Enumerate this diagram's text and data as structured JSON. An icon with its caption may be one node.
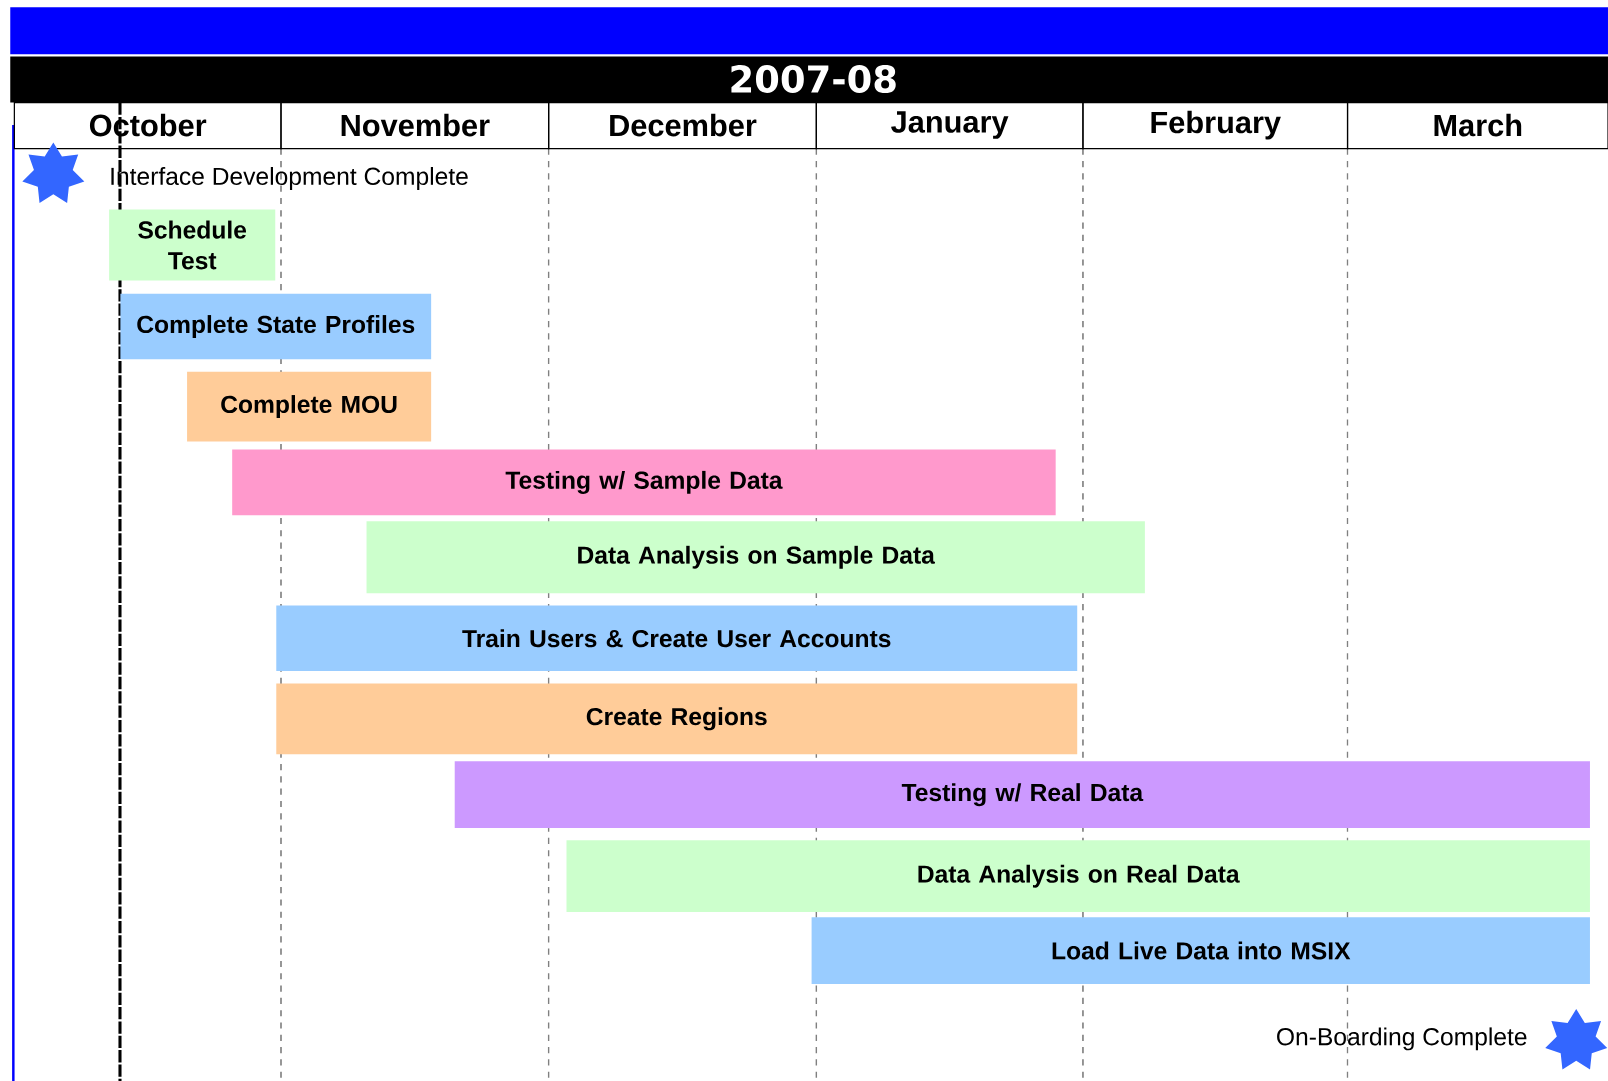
{
  "diagram": {
    "title": "2007-08",
    "nodes": [
      {
        "text": [],
        "shape": "star",
        "beside": [
          "Interface Development Complete"
        ]
      },
      {
        "text": [
          "Schedule Test"
        ]
      },
      {
        "text": [
          "Complete State Profiles"
        ]
      },
      {
        "text": [
          "Complete MOU"
        ]
      },
      {
        "text": [
          "Testing w/ Sample Data"
        ]
      },
      {
        "text": [
          "Data Analysis on Sample Data"
        ]
      },
      {
        "text": [
          "Train Users & Create User Accounts"
        ]
      },
      {
        "text": [
          "Create Regions"
        ]
      },
      {
        "text": [
          "Testing w/ Real Data"
        ]
      },
      {
        "text": [
          "Data Analysis on Real Data"
        ]
      },
      {
        "text": [
          "Load Live Data into MSIX"
        ]
      },
      {
        "text": [],
        "shape": "star",
        "beside": [
          "On-Boarding Complete"
        ]
      }
    ],
    "labels": [
      "October",
      "November",
      "December",
      "January",
      "February",
      "March"
    ]
  }
}
